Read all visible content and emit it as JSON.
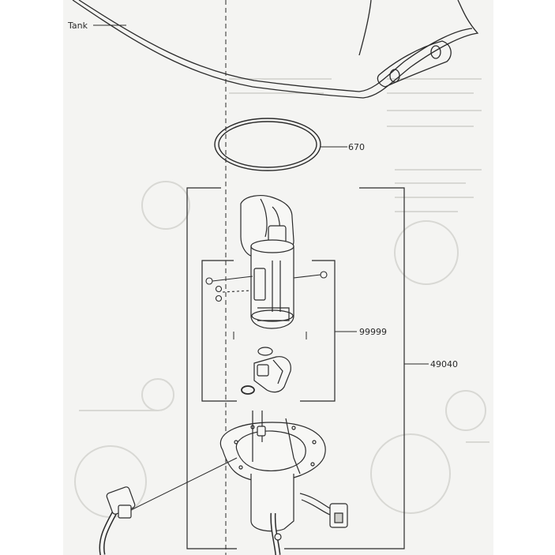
{
  "diagram": {
    "labels": {
      "tank": "Tank",
      "oring": "670",
      "pump_subassembly": "99999",
      "pump_assembly": "49040"
    },
    "colors": {
      "line": "#2b2b2b",
      "paper": "#f4f4f2",
      "ghost": "#d6d6d2"
    }
  }
}
